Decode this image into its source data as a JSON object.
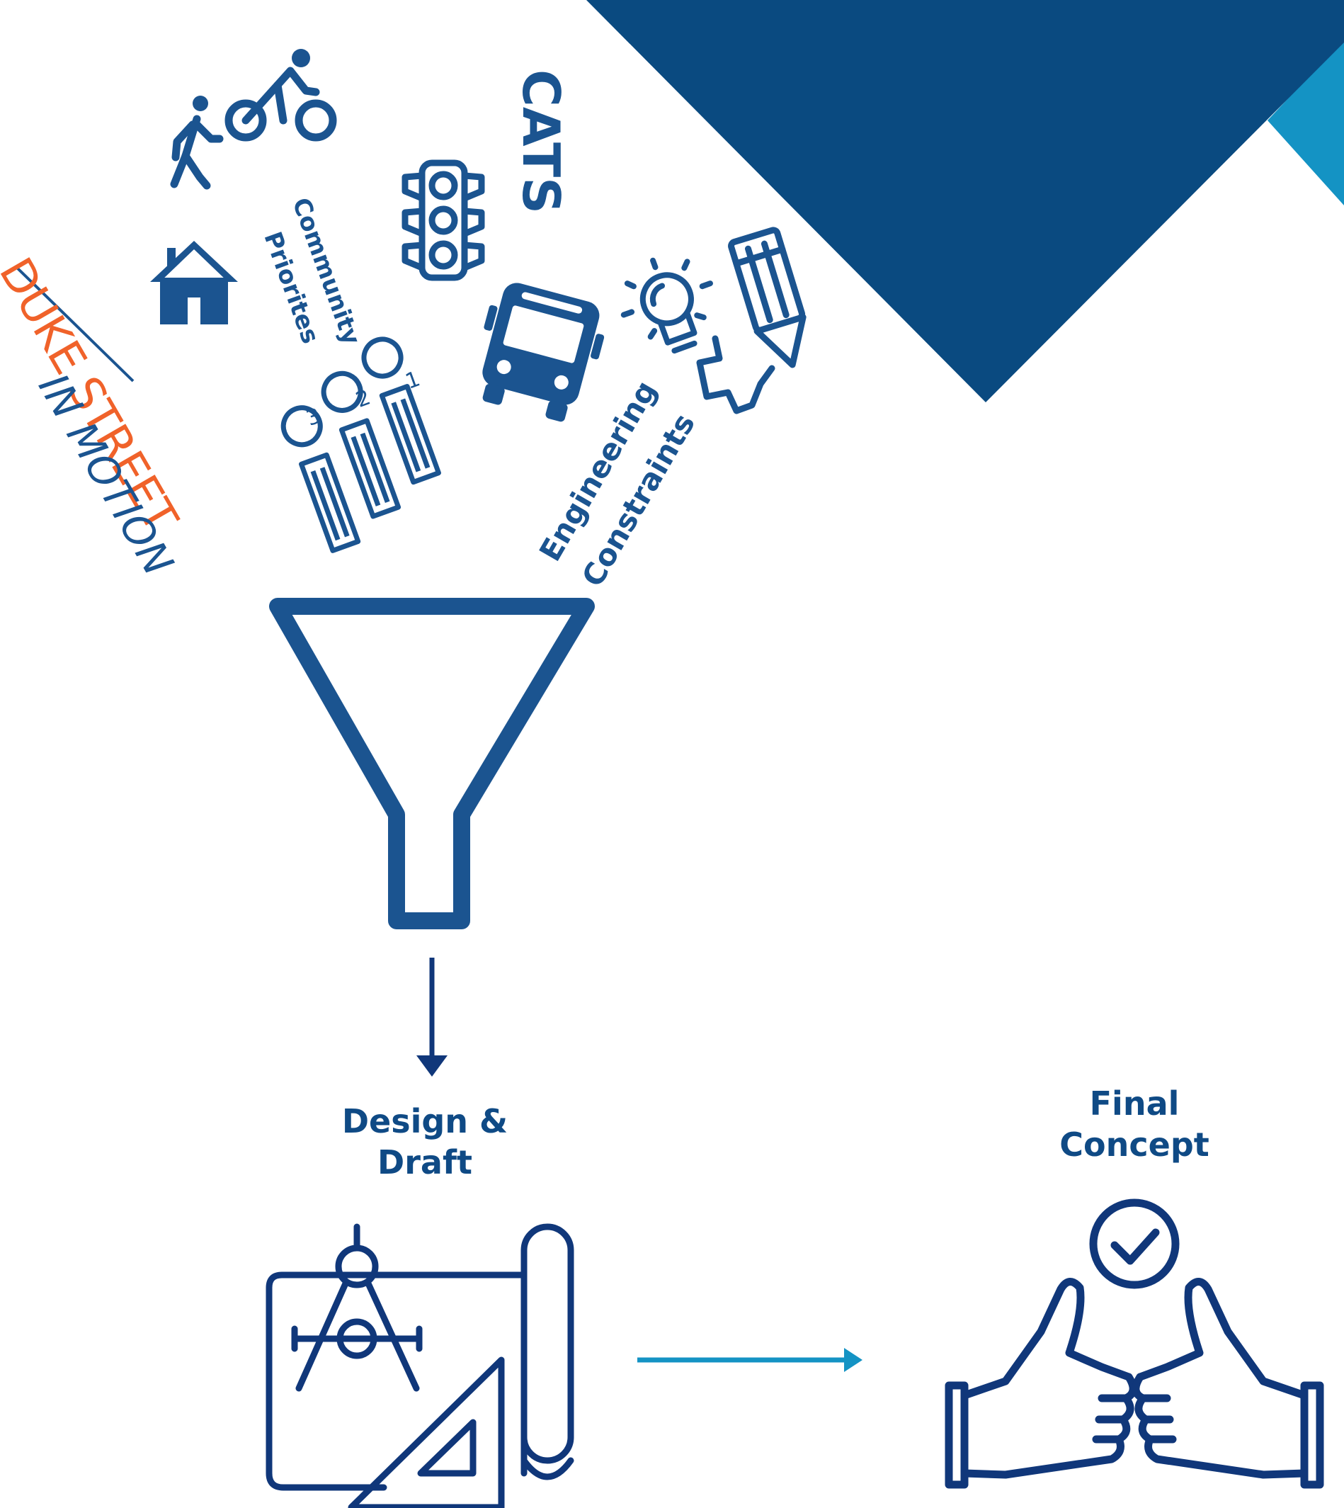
{
  "colors": {
    "navy": "#0a4a80",
    "blue": "#1b5490",
    "accent": "#1493c4",
    "orange": "#f0622a",
    "dark": "#10377a"
  },
  "inputs": {
    "community": [
      "Community",
      "Priorites"
    ],
    "cats": "CATS",
    "engineering": [
      "Engineering",
      "Constraints"
    ],
    "logo_line1": "DUKE STREET",
    "logo_line2": "IN MOTION",
    "priority_numbers": [
      "1",
      "2",
      "3"
    ]
  },
  "stages": {
    "design": {
      "line1": "Design &",
      "line2": "Draft"
    },
    "final": {
      "line1": "Final",
      "line2": "Concept"
    }
  },
  "icons": [
    "pedestrian-icon",
    "bicycle-icon",
    "house-icon",
    "traffic-light-icon",
    "bus-icon",
    "lightbulb-icon",
    "pencil-icon",
    "ranking-icon",
    "funnel-icon",
    "compass-blueprint-icon",
    "check-circle-icon",
    "thumbs-up-icon"
  ]
}
